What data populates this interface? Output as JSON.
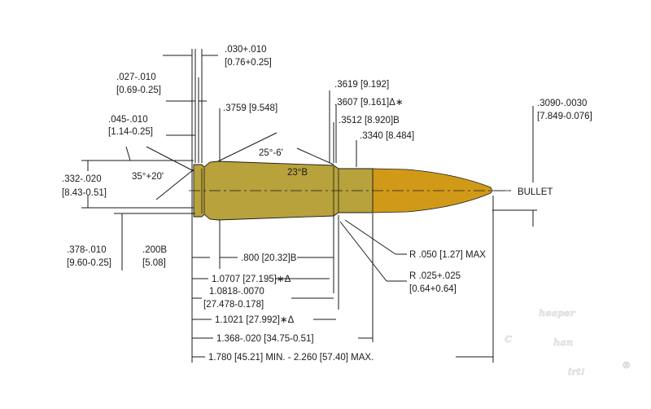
{
  "labels": {
    "rim_thickness": ".030+.010",
    "rim_thickness_mm": "[0.76+0.25]",
    "groove_width": ".027-.010",
    "groove_width_mm": "[0.69-0.25]",
    "groove_depth": ".045-.010",
    "groove_depth_mm": "[1.14-0.25]",
    "shoulder_base_dia": ".3759 [9.548]",
    "neck_top_dia_1": ".3619 [9.192]",
    "neck_top_dia_2": ".3607 [9.161]Δ∗",
    "neck_dia_3": ".3512 [8.920]B",
    "neck_dia_4": ".3340 [8.484]",
    "bullet_dia": ".3090-.0030",
    "bullet_dia_mm": "[7.849-0.076]",
    "shoulder_angle": "25°-6'",
    "angle_23": "23°B",
    "extractor_angle": "35°+20'",
    "head_dia": ".332-.020",
    "head_dia_mm": "[8.43-0.51]",
    "bullet": "BULLET",
    "rim_dia": ".378-.010",
    "rim_dia_mm": "[9.60-0.25]",
    "datum_200": ".200B",
    "datum_200_mm": "[5.08]",
    "len_800": ".800 [20.32]B",
    "radius_050": "R .050 [1.27] MAX",
    "len_10707": "1.0707 [27.195]∗Δ",
    "radius_025": "R .025+.025",
    "radius_025_mm": "[0.64+0.64]",
    "len_10818": "1.0818-.0070",
    "len_10818_mm": "[27.478-0.178]",
    "len_11021": "1.1021 [27.992]∗Δ",
    "len_1368": "1.368-.020 [34.75-0.51]",
    "len_1780": "1.780 [45.21] MIN. - 2.260 [57.40] MAX."
  },
  "watermark": {
    "line1": "heaper",
    "line2": "han",
    "line3": "irt!",
    "mark": "®"
  },
  "colors": {
    "brass": "#b8a23c",
    "bullet": "#d09a18"
  }
}
